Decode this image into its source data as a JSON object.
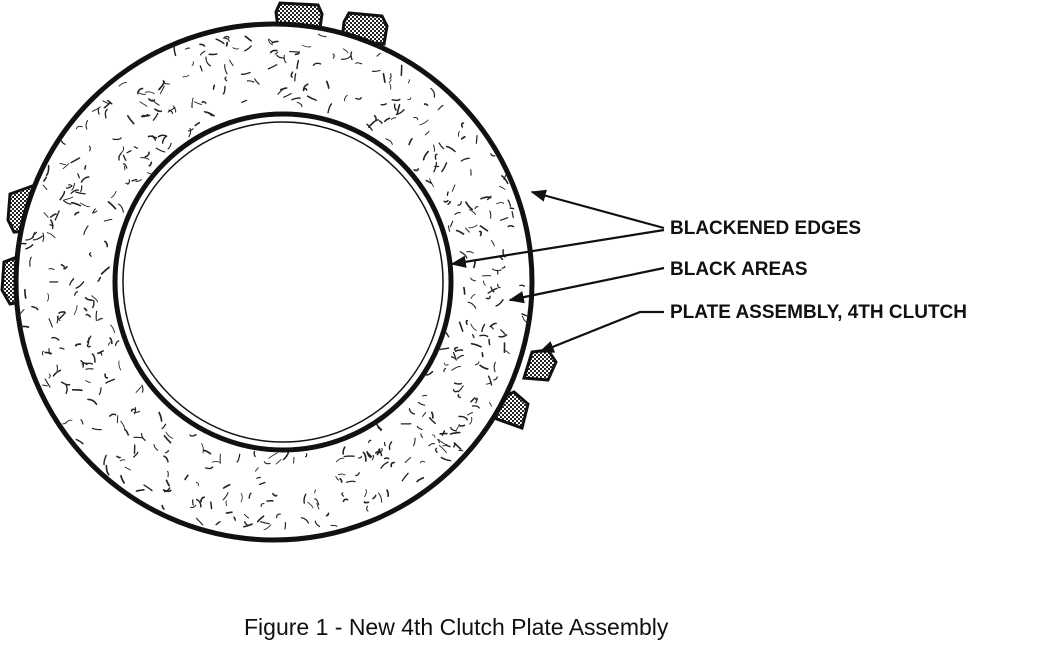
{
  "callouts": {
    "blackened_edges": "BLACKENED EDGES",
    "black_areas": "BLACK AREAS",
    "plate_assembly": "PLATE ASSEMBLY, 4TH CLUTCH"
  },
  "caption": "Figure 1 - New 4th Clutch Plate Assembly",
  "colors": {
    "ink": "#111111",
    "friction": "#ffffff",
    "tab_fill": "#6e6e6e"
  }
}
